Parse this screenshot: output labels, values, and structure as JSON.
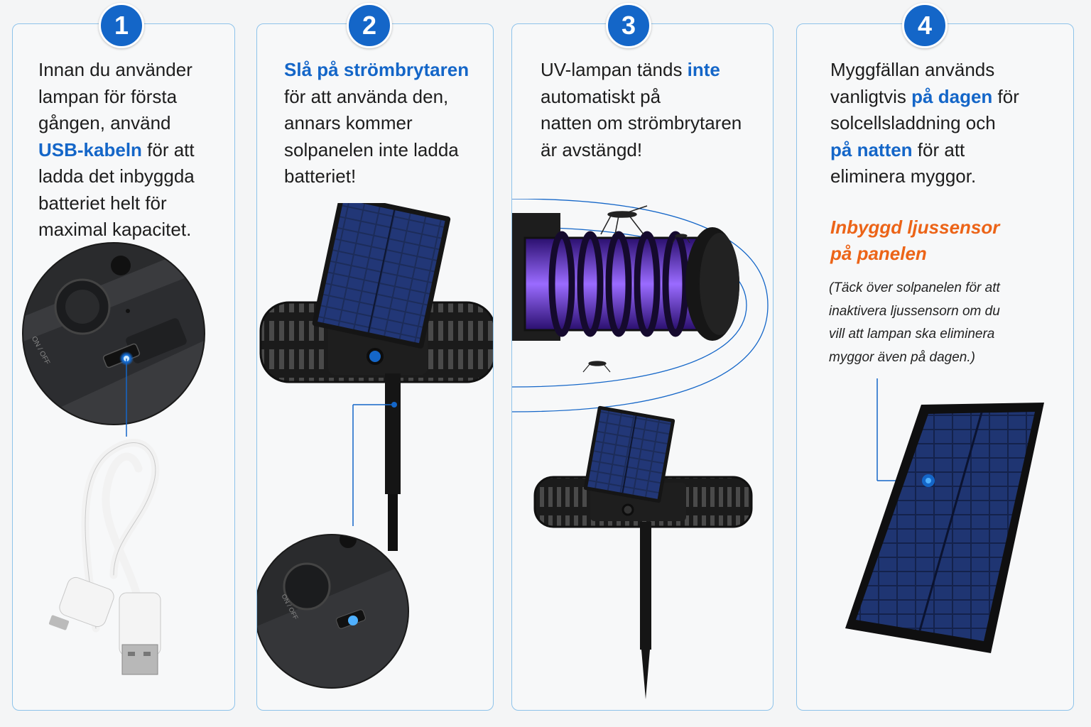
{
  "steps": [
    {
      "number": "1",
      "lines": [
        {
          "text": "Innan du använder"
        },
        {
          "text": "lampan för första"
        },
        {
          "text": "gången, använd"
        },
        {
          "hl": "USB-kabeln",
          "text": " för att"
        },
        {
          "text": "ladda det inbyggda"
        },
        {
          "text": "batteriet helt för"
        },
        {
          "text": "maximal kapacitet."
        }
      ],
      "switch_label": "ON / OFF"
    },
    {
      "number": "2",
      "lines": [
        {
          "hl": "Slå på strömbrytaren",
          "text": ""
        },
        {
          "text": "för att använda den,"
        },
        {
          "text": "annars kommer"
        },
        {
          "text": "solpanelen inte ladda"
        },
        {
          "text": "batteriet!"
        }
      ],
      "switch_label": "ON / OFF"
    },
    {
      "number": "3",
      "lines": [
        {
          "text": "UV-lampan tänds ",
          "hl": "inte"
        },
        {
          "text": "automatiskt på"
        },
        {
          "text": "natten om strömbrytaren"
        },
        {
          "text": "är avstängd!"
        }
      ]
    },
    {
      "number": "4",
      "lines": [
        {
          "text": "Myggfällan används"
        },
        {
          "pre": "vanligtvis ",
          "hl": "på dagen",
          "text": " för"
        },
        {
          "text": "solcellsladdning och"
        },
        {
          "hl": "på natten",
          "text": " för att"
        },
        {
          "text": "eliminera myggor."
        }
      ],
      "sensor_title": [
        "Inbyggd ljussensor",
        "på panelen"
      ],
      "sensor_note": [
        "(Täck över solpanelen för att",
        "inaktivera ljussensorn om du",
        "vill att lampan ska eliminera",
        "myggor även på dagen.)"
      ]
    }
  ],
  "colors": {
    "accent": "#1466c8",
    "border": "#8ec3ea",
    "orange": "#ec6418",
    "uv": "#6a3cff"
  }
}
